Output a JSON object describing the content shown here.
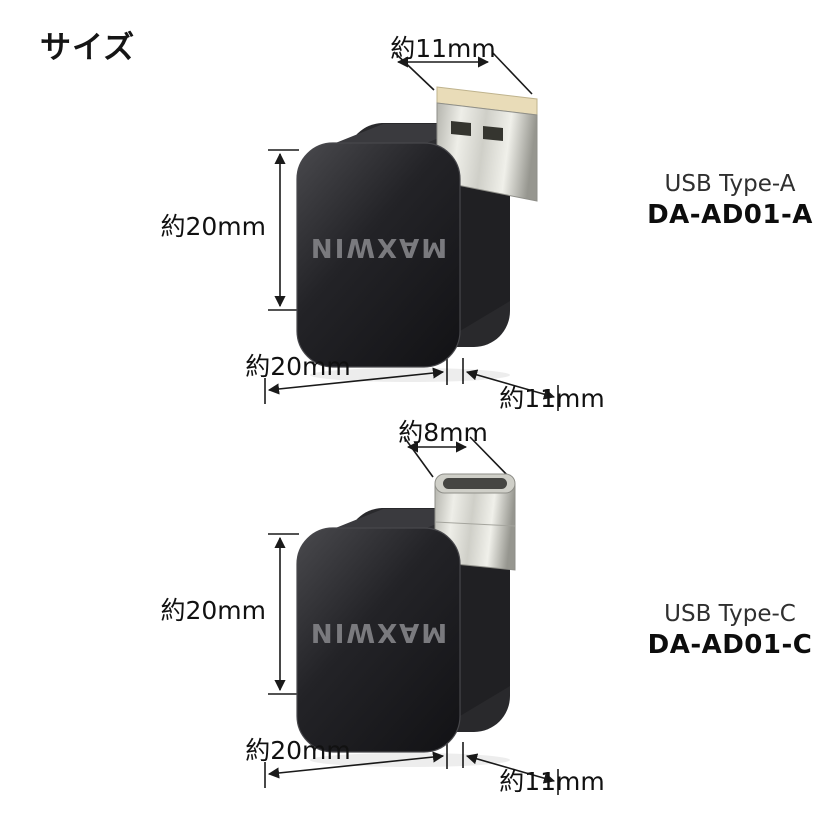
{
  "page": {
    "title": "サイズ"
  },
  "colors": {
    "text": "#111111",
    "dimension_line": "#1a1a1a",
    "body": "#1b1b1d",
    "metal": "#d9d9d4"
  },
  "products": [
    {
      "type_label": "USB Type-A",
      "model": "DA-AD01-A",
      "brand": "MAXWIN",
      "dimensions": {
        "connector_width": "約11mm",
        "height": "約20mm",
        "width": "約20mm",
        "depth": "約11mm"
      }
    },
    {
      "type_label": "USB Type-C",
      "model": "DA-AD01-C",
      "brand": "MAXWIN",
      "dimensions": {
        "connector_width": "約8mm",
        "height": "約20mm",
        "width": "約20mm",
        "depth": "約11mm"
      }
    }
  ]
}
